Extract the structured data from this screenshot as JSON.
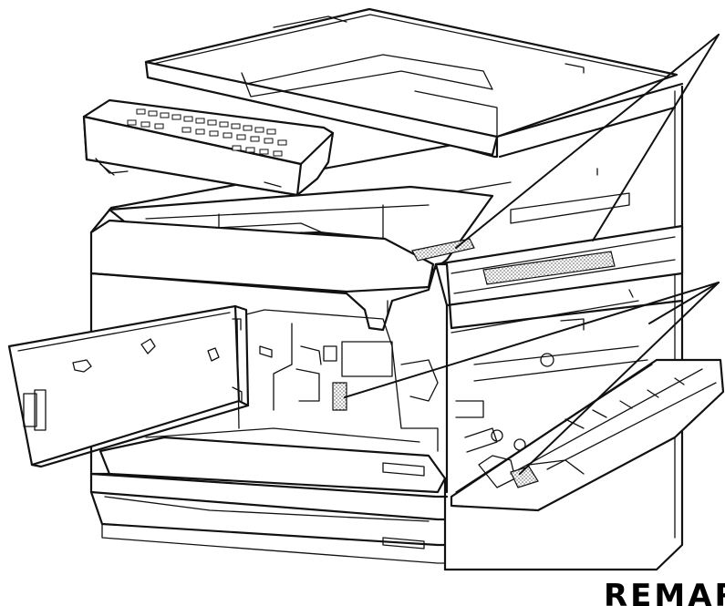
{
  "figure": {
    "caption": "REMARQ"
  },
  "colors": {
    "ink": "#111111",
    "background": "#ffffff",
    "warning_label_stipple": "#555555"
  },
  "parts": [
    "platen-cover",
    "control-panel",
    "output-tray",
    "front-cover-open",
    "side-cover-open",
    "paper-tray-upper",
    "paper-tray-lower",
    "warning-label"
  ],
  "warning_labels": [
    "upper-left-label",
    "upper-right-label",
    "inner-center-label",
    "side-cover-label"
  ]
}
